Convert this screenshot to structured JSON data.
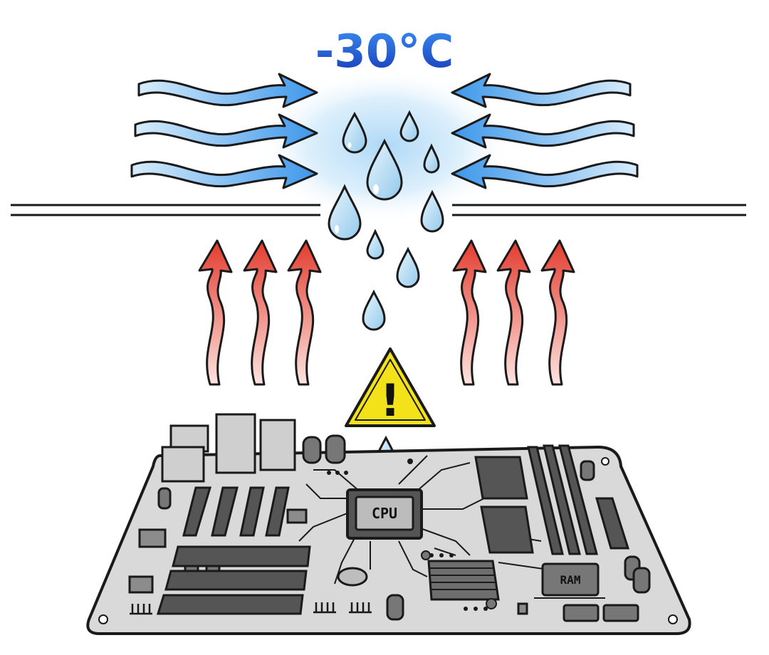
{
  "temperature": {
    "label": "-30°C"
  },
  "board": {
    "cpu_label": "CPU",
    "ram_label": "RAM"
  },
  "warning": {
    "icon": "warning-triangle-icon",
    "glyph": "!"
  },
  "colors": {
    "cold_accent": "#1f56d6",
    "cold_arrow": "#5aa9ee",
    "heat_arrow": "#e8453a",
    "warning_fill": "#f3e21a",
    "board_fill": "#d8d8d8",
    "droplet_fill": "#bfe1f6"
  }
}
